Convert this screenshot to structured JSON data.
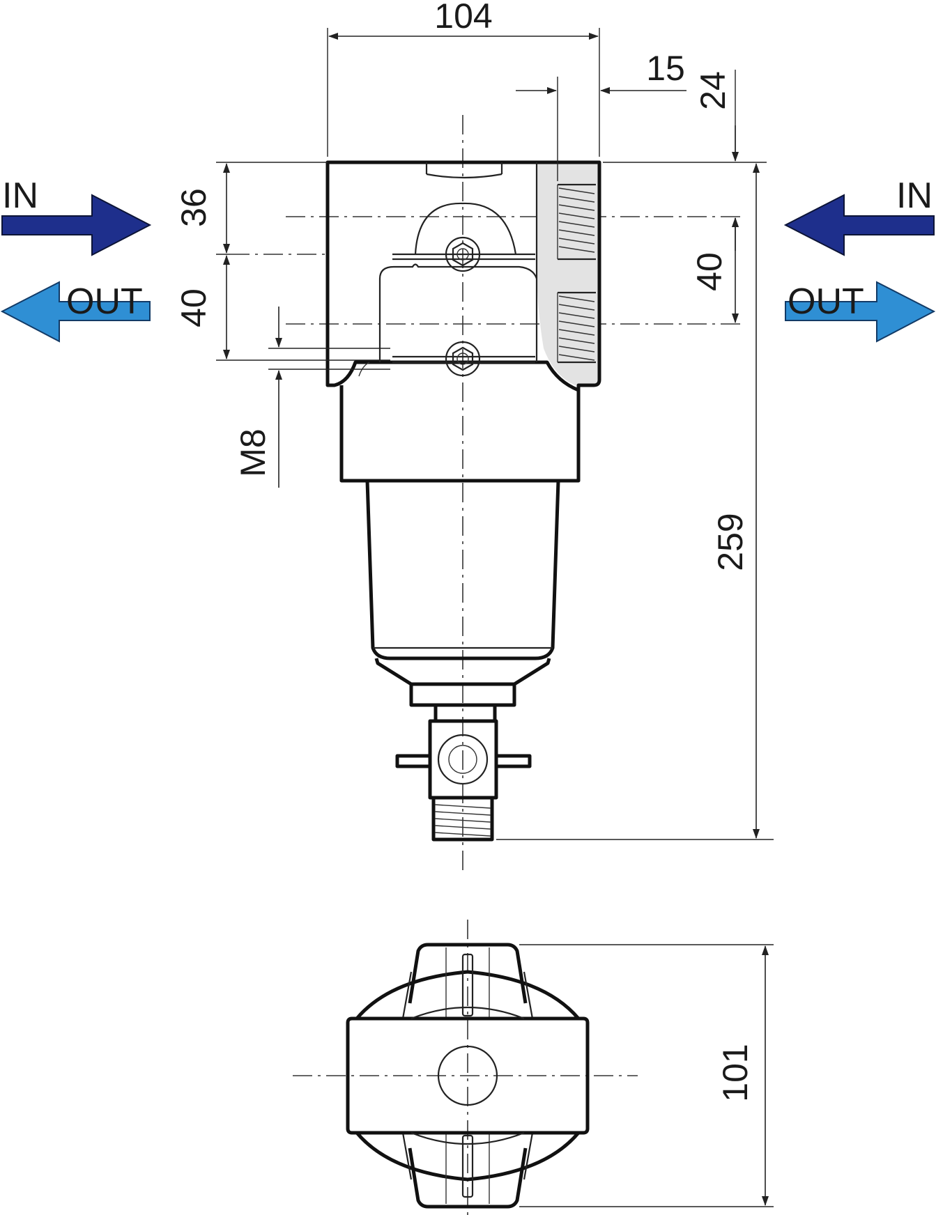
{
  "dimensions": {
    "width_top": "104",
    "offset_15": "15",
    "offset_24": "24",
    "left_36": "36",
    "left_40": "40",
    "right_40": "40",
    "height_259": "259",
    "thread_m8": "M8",
    "bottom_101": "101"
  },
  "flow_labels": {
    "left_in": "IN",
    "left_out": "OUT",
    "right_in": "IN",
    "right_out": "OUT"
  },
  "colors": {
    "in_arrow": "#1e2f8c",
    "out_arrow": "#2f8fd4",
    "arrow_outline": "#0c1436",
    "out_outline": "#123a66"
  }
}
